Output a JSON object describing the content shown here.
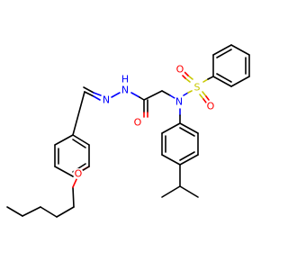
{
  "structure": {
    "atoms": {
      "o_ether": {
        "text": "O",
        "color": "#ff0000"
      },
      "n_imine": {
        "text": "N",
        "color": "#0000ff"
      },
      "nh": {
        "text": "N",
        "color": "#0000ff"
      },
      "h": {
        "text": "H",
        "color": "#0000ff"
      },
      "o_carbonyl": {
        "text": "O",
        "color": "#ff0000"
      },
      "n_amine": {
        "text": "N",
        "color": "#0000ff"
      },
      "s": {
        "text": "S",
        "color": "#c8c800"
      },
      "o_s1": {
        "text": "O",
        "color": "#ff0000"
      },
      "o_s2": {
        "text": "O",
        "color": "#ff0000"
      }
    }
  }
}
